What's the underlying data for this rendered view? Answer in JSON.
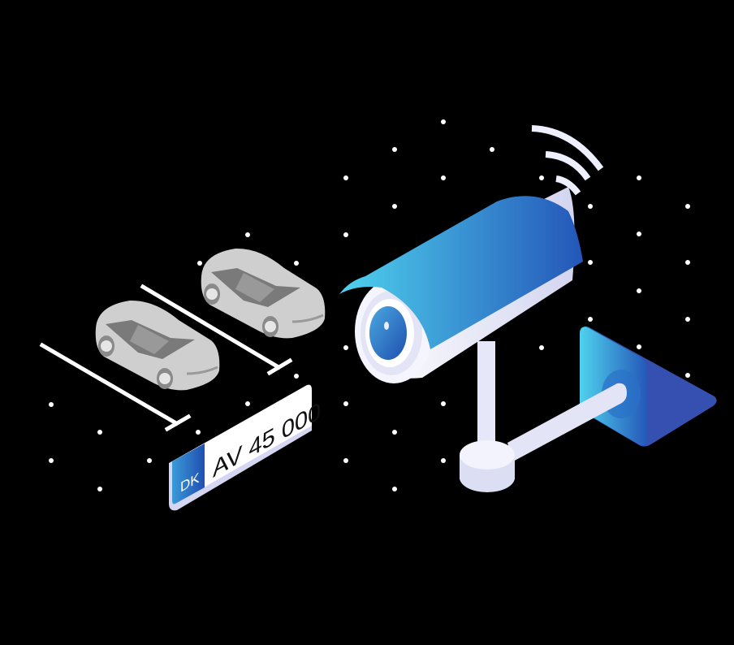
{
  "illustration": {
    "subject": "license plate recognition security camera",
    "plate": {
      "country_code": "DK",
      "number": "AV 45 000"
    },
    "cars": [
      {
        "label": "car-front",
        "color": "#c8c8c8"
      },
      {
        "label": "car-back",
        "color": "#c8c8c8"
      }
    ],
    "colors": {
      "background": "#000000",
      "camera_blue_light": "#4fd2ee",
      "camera_blue_dark": "#2456b8",
      "camera_body": "#e6e7f7",
      "plate_badge": "#2a6fc7",
      "dots": "#ffffff"
    }
  }
}
